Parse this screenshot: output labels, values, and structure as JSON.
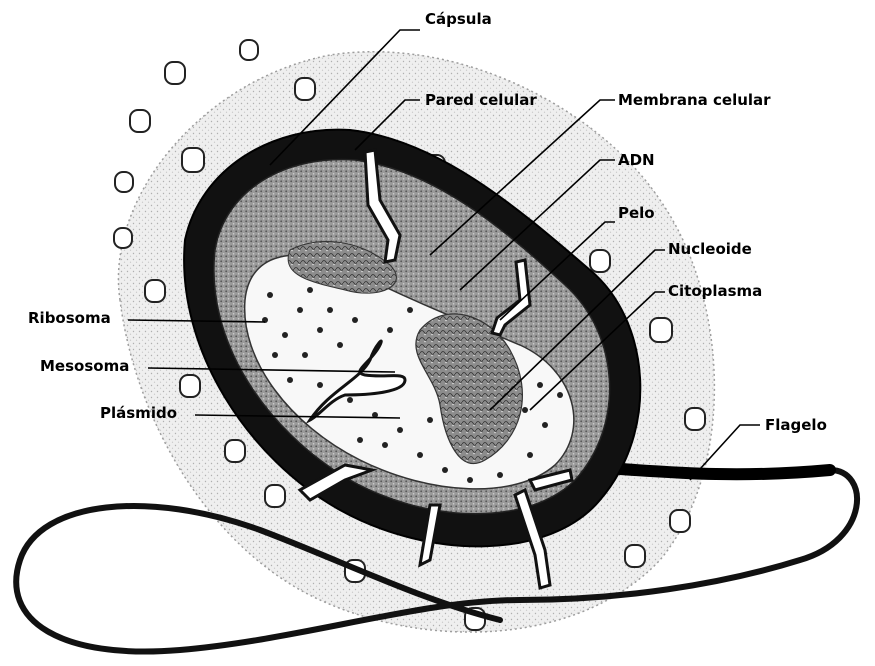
{
  "labels": {
    "capsula": "Cápsula",
    "pared_celular": "Pared celular",
    "membrana_celular": "Membrana celular",
    "adn": "ADN",
    "pelo": "Pelo",
    "nucleoide": "Nucleoide",
    "citoplasma": "Citoplasma",
    "ribosoma": "Ribosoma",
    "mesosoma": "Mesosoma",
    "plasmido": "Plásmido",
    "flagelo": "Flagelo"
  },
  "colors": {
    "capsule_fill": "#ebebeb",
    "cell_wall": "#111111",
    "membrane_band": "#8a8a8a",
    "cytoplasm": "#f7f7f7",
    "nucleoid": "#6e6e6e",
    "line": "#000000"
  }
}
